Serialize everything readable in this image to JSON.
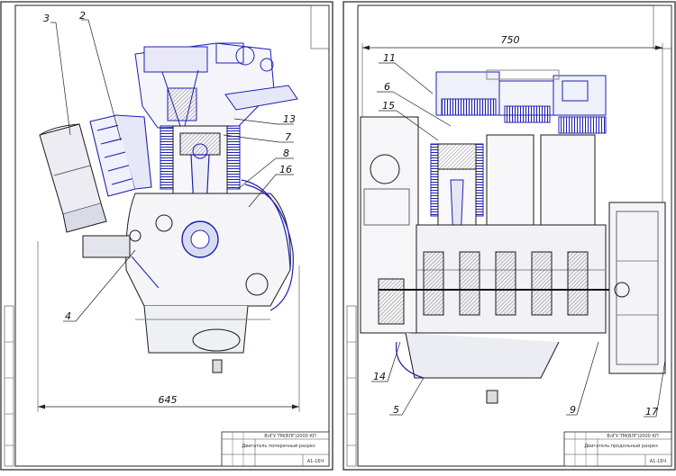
{
  "sheets": [
    {
      "id": "cross-section",
      "dimension": "645",
      "callouts": [
        "3",
        "2",
        "13",
        "7",
        "8",
        "16",
        "4"
      ],
      "title_block": {
        "org": "ВлГУ ТМ(ВЛГ)2000 КП",
        "title": "Двигатель поперечный разрез",
        "sheet": "А1-1БЧ"
      }
    },
    {
      "id": "longitudinal-section",
      "dimension": "750",
      "callouts": [
        "11",
        "6",
        "15",
        "14",
        "5",
        "9",
        "17"
      ],
      "title_block": {
        "org": "ВлГУ ТМ(ВЛГ)2000 КП",
        "title": "Двигатель продольный разрез",
        "sheet": "А1-1БЧ"
      }
    }
  ],
  "colors": {
    "line": "#1a1a1a",
    "accent": "#1f1fb4",
    "fill": "#d9dbe6",
    "paper": "#ffffff"
  }
}
